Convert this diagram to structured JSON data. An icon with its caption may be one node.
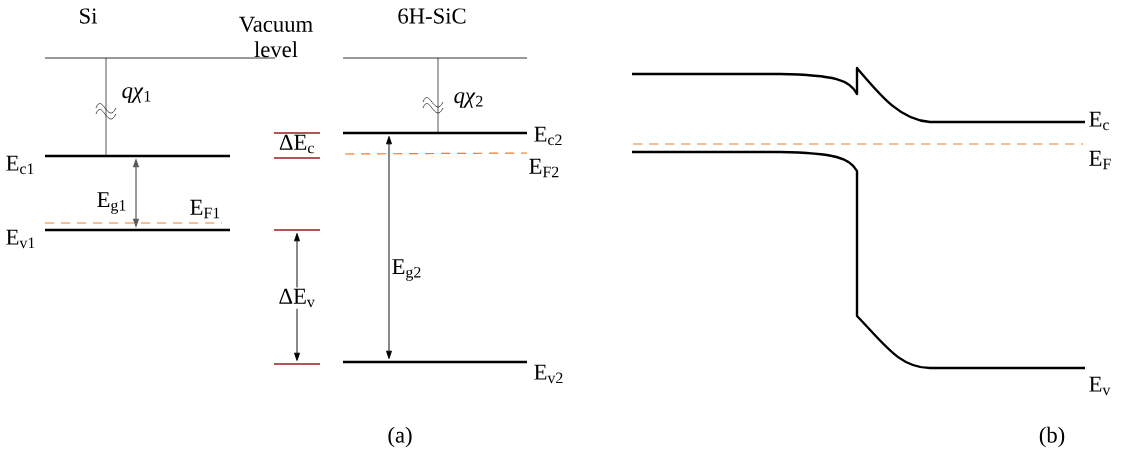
{
  "diagram": {
    "labels": [
      "Si",
      "Vacuum level",
      "6H-SiC",
      "*qχ*$_{1}$",
      "*qχ*$_{2}$",
      "E$_{c1}$",
      "ΔE$_{c}$",
      "E$_{c2}$",
      "E$_{F2}$",
      "E$_{g1}$",
      "E$_{F1}$",
      "E$_{v1}$",
      "E$_{g2}$",
      "ΔE$_{v}$",
      "E$_{v2}$",
      "E$_{c}$",
      "E$_{F}$",
      "E$_{v}$",
      "(a)",
      "(b)"
    ]
  }
}
